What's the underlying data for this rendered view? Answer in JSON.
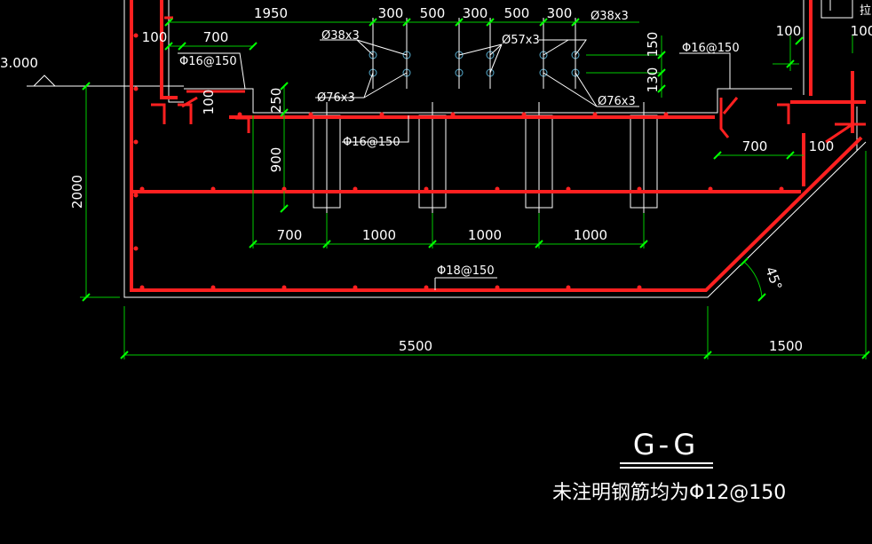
{
  "colors": {
    "background": "#000000",
    "rebar": "#ff2020",
    "dimension": "#00cc00",
    "outline": "#ffffff",
    "pipe": "#55aacc"
  },
  "section": {
    "title": "G-G",
    "note": "未注明钢筋均为Φ12@150"
  },
  "elevation": {
    "label": "3.000"
  },
  "dims_top": [
    "1950",
    "300",
    "500",
    "300",
    "500",
    "300"
  ],
  "dims_top_left": [
    "100",
    "700"
  ],
  "dims_top_right": [
    "100",
    "100"
  ],
  "dims_mid": [
    "700",
    "1000",
    "1000",
    "1000"
  ],
  "dims_right": [
    "700",
    "100"
  ],
  "dims_vertical": {
    "depth": "2000",
    "d250": "250",
    "d900": "900",
    "d100": "100",
    "d150": "150",
    "d130": "130"
  },
  "dims_bottom": [
    "5500",
    "1500"
  ],
  "angle": "45°",
  "callouts": {
    "pipe38_left": "Ø38x3",
    "pipe57": "Ø57x3",
    "pipe38_right": "Ø38x3",
    "pipe76_left": "Ø76x3",
    "pipe76_right": "Ø76x3",
    "rebar_left": "Φ16@150",
    "rebar_right": "Φ16@150",
    "rebar_mid": "Φ16@150",
    "rebar_bottom": "Φ18@150",
    "edge_right": "拉"
  }
}
